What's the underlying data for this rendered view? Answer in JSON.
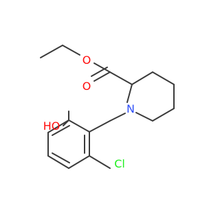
{
  "molecule": {
    "atoms": {
      "ester_o_single": {
        "symbol": "O",
        "color": "#ff0d0d"
      },
      "carbonyl_o": {
        "symbol": "O",
        "color": "#ff0d0d"
      },
      "ring_n": {
        "symbol": "N",
        "color": "#3050f8"
      },
      "hydroxyl": {
        "symbol": "HO",
        "color": "#ff0d0d"
      },
      "chlorine": {
        "symbol": "Cl",
        "color": "#1ff01f"
      }
    },
    "bond_color": "#3a3a3a"
  }
}
